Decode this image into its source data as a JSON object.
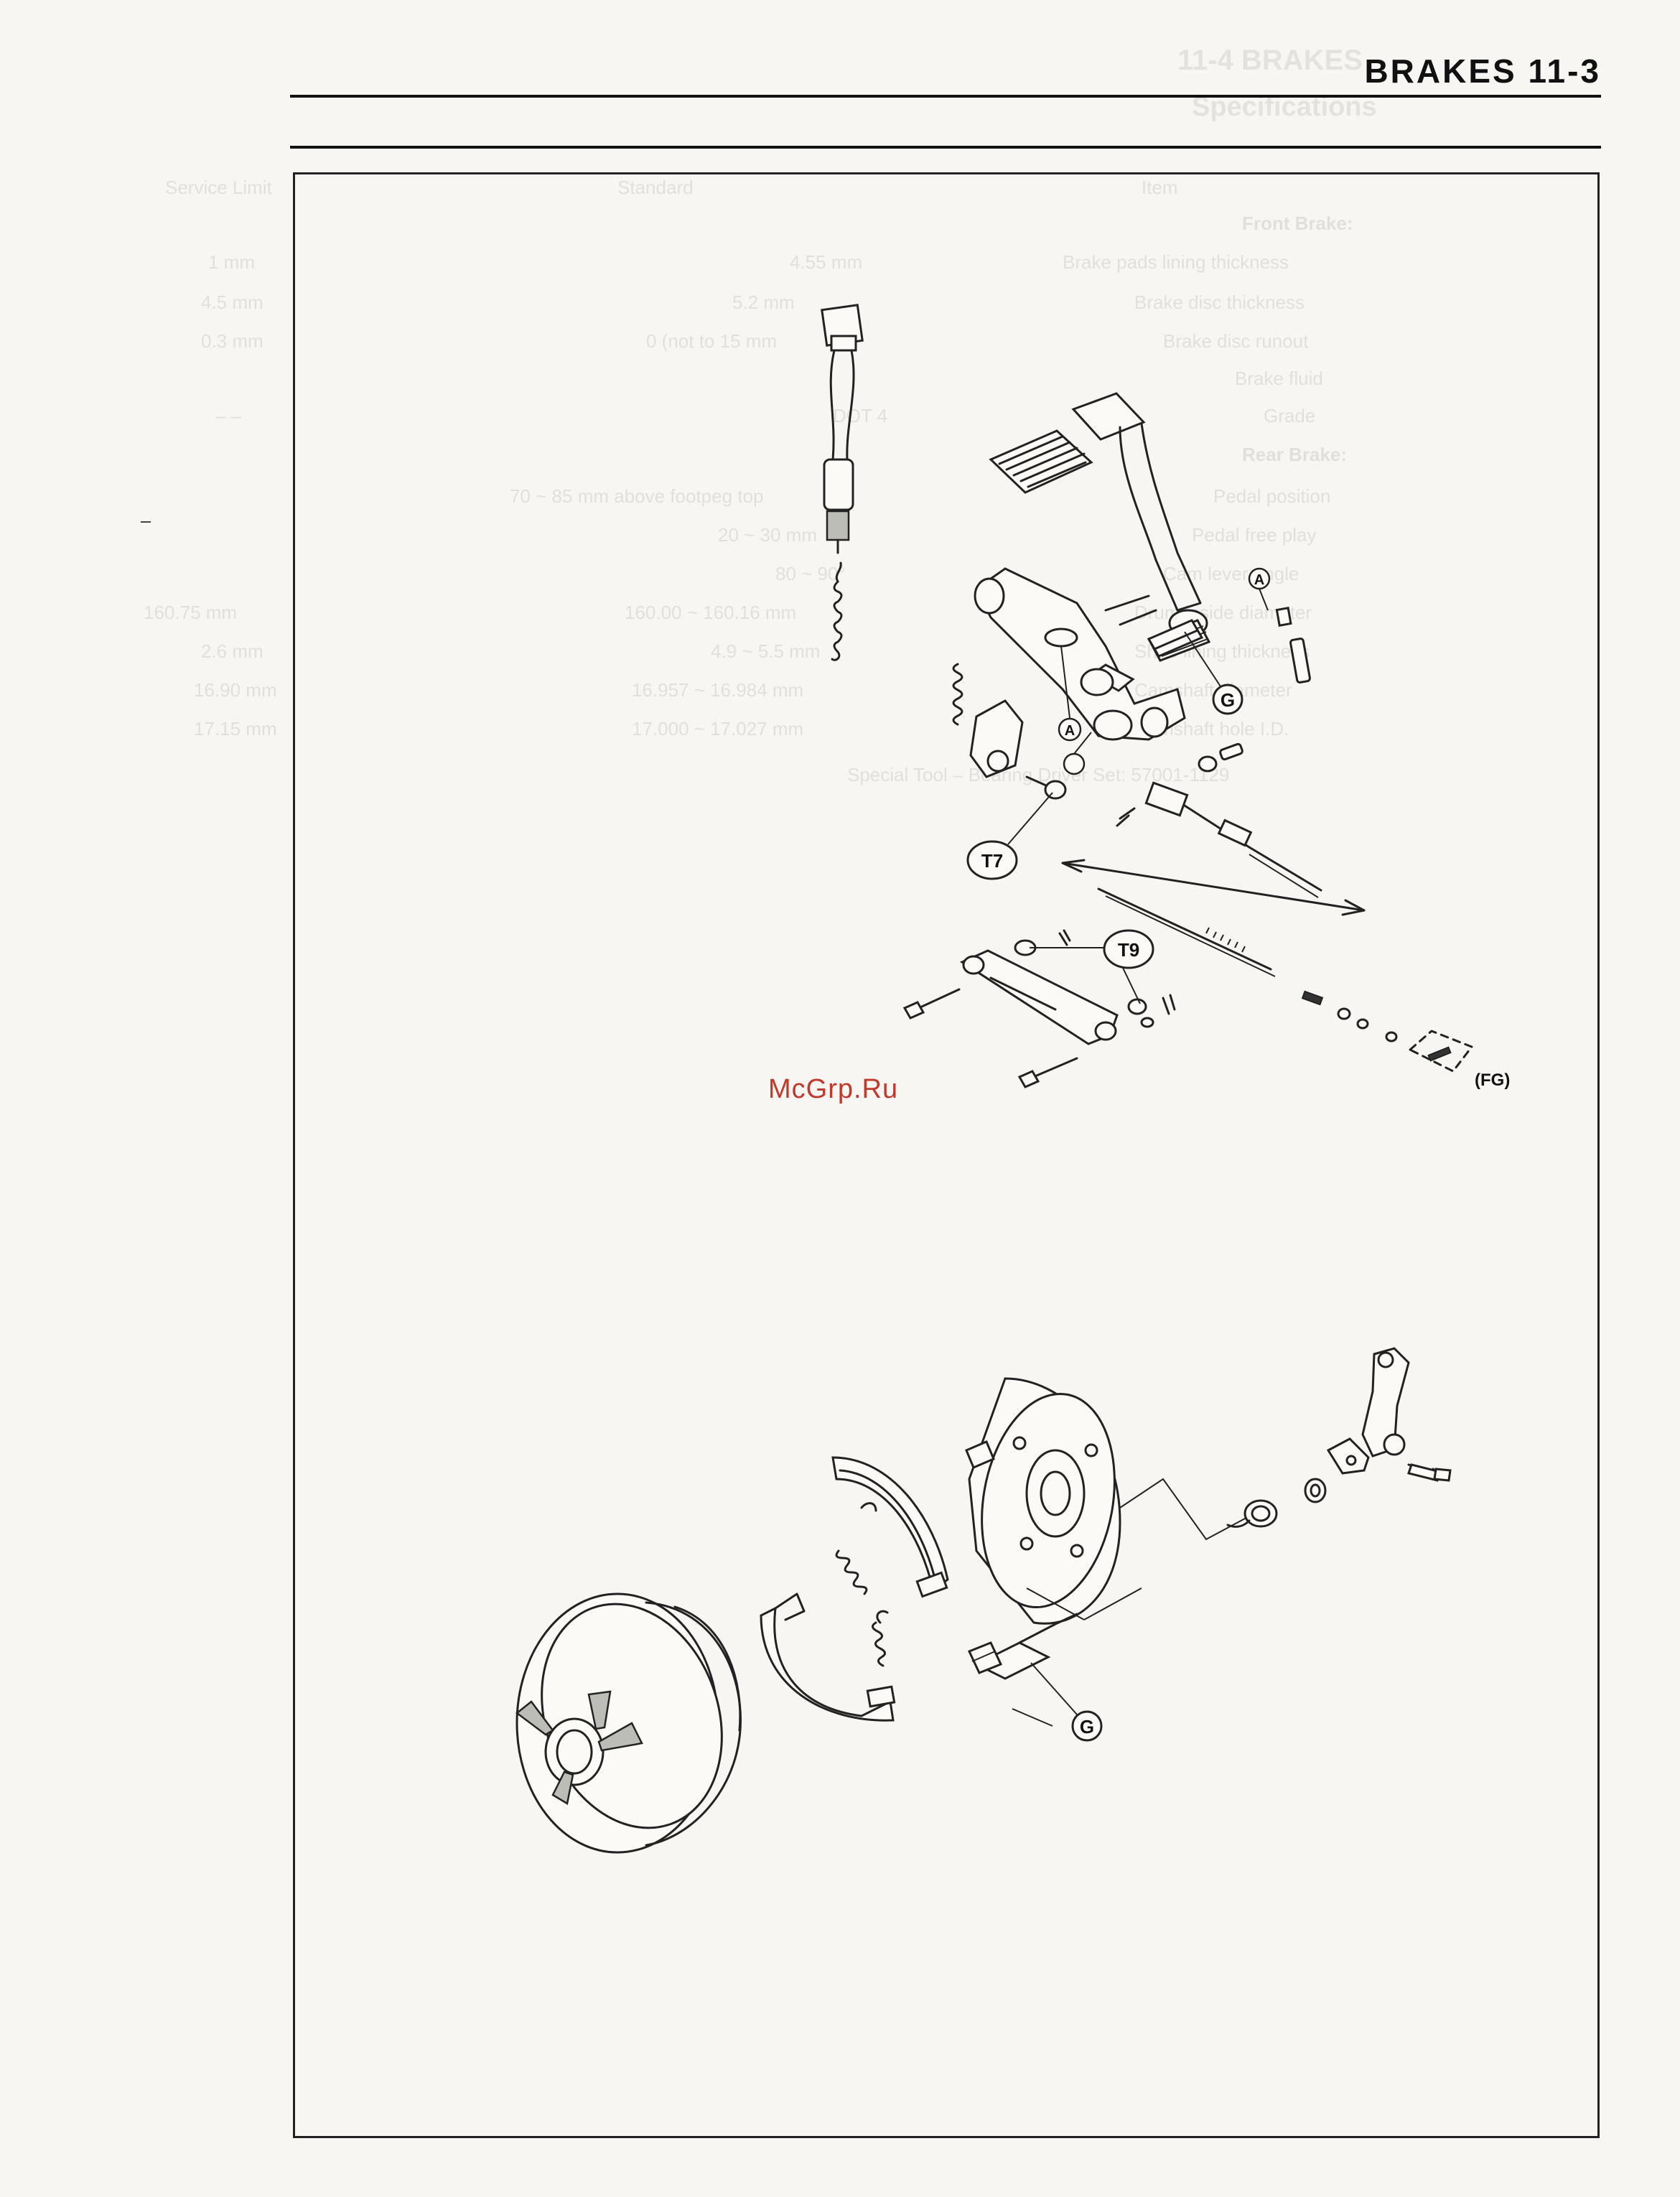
{
  "header": {
    "title": "BRAKES 11-3"
  },
  "watermark": "McGrp.Ru",
  "callouts": {
    "a_top": "A",
    "a_mid": "A",
    "g_pedal": "G",
    "t7": "T7",
    "t9": "T9",
    "fg": "(FG)",
    "g_drum": "G"
  },
  "bleed_through": {
    "section": "11-4 BRAKES",
    "subtitle": "Specifications",
    "col_item": "Item",
    "col_standard": "Standard",
    "col_limit": "Service Limit",
    "front": "Front Brake:",
    "front_rows": [
      [
        "Brake pads lining thickness",
        "4.55 mm",
        "1 mm"
      ],
      [
        "Brake disc thickness",
        "5.2 mm",
        "4.5 mm"
      ],
      [
        "Brake disc runout",
        "0 (not to 15 mm",
        "0.3 mm"
      ],
      [
        "Brake fluid",
        "",
        ""
      ],
      [
        "Grade",
        "DOT 4",
        "– –"
      ]
    ],
    "rear": "Rear Brake:",
    "rear_rows": [
      [
        "Pedal position",
        "70 ~ 85 mm above footpeg top",
        ""
      ],
      [
        "Pedal free play",
        "20 ~ 30 mm",
        ""
      ],
      [
        "Cam lever angle",
        "80 ~ 90°",
        ""
      ],
      [
        "Drum inside diameter",
        "160.00 ~ 160.16 mm",
        "160.75 mm"
      ],
      [
        "Shoe lining thickness",
        "4.9 ~ 5.5 mm",
        "2.6 mm"
      ],
      [
        "Camshaft diameter",
        "16.957 ~ 16.984 mm",
        "16.90 mm"
      ],
      [
        "Camshaft hole I.D.",
        "17.000 ~ 17.027 mm",
        "17.15 mm"
      ]
    ],
    "special_tool": "Special Tool – Bearing Driver Set: 57001-1129"
  }
}
